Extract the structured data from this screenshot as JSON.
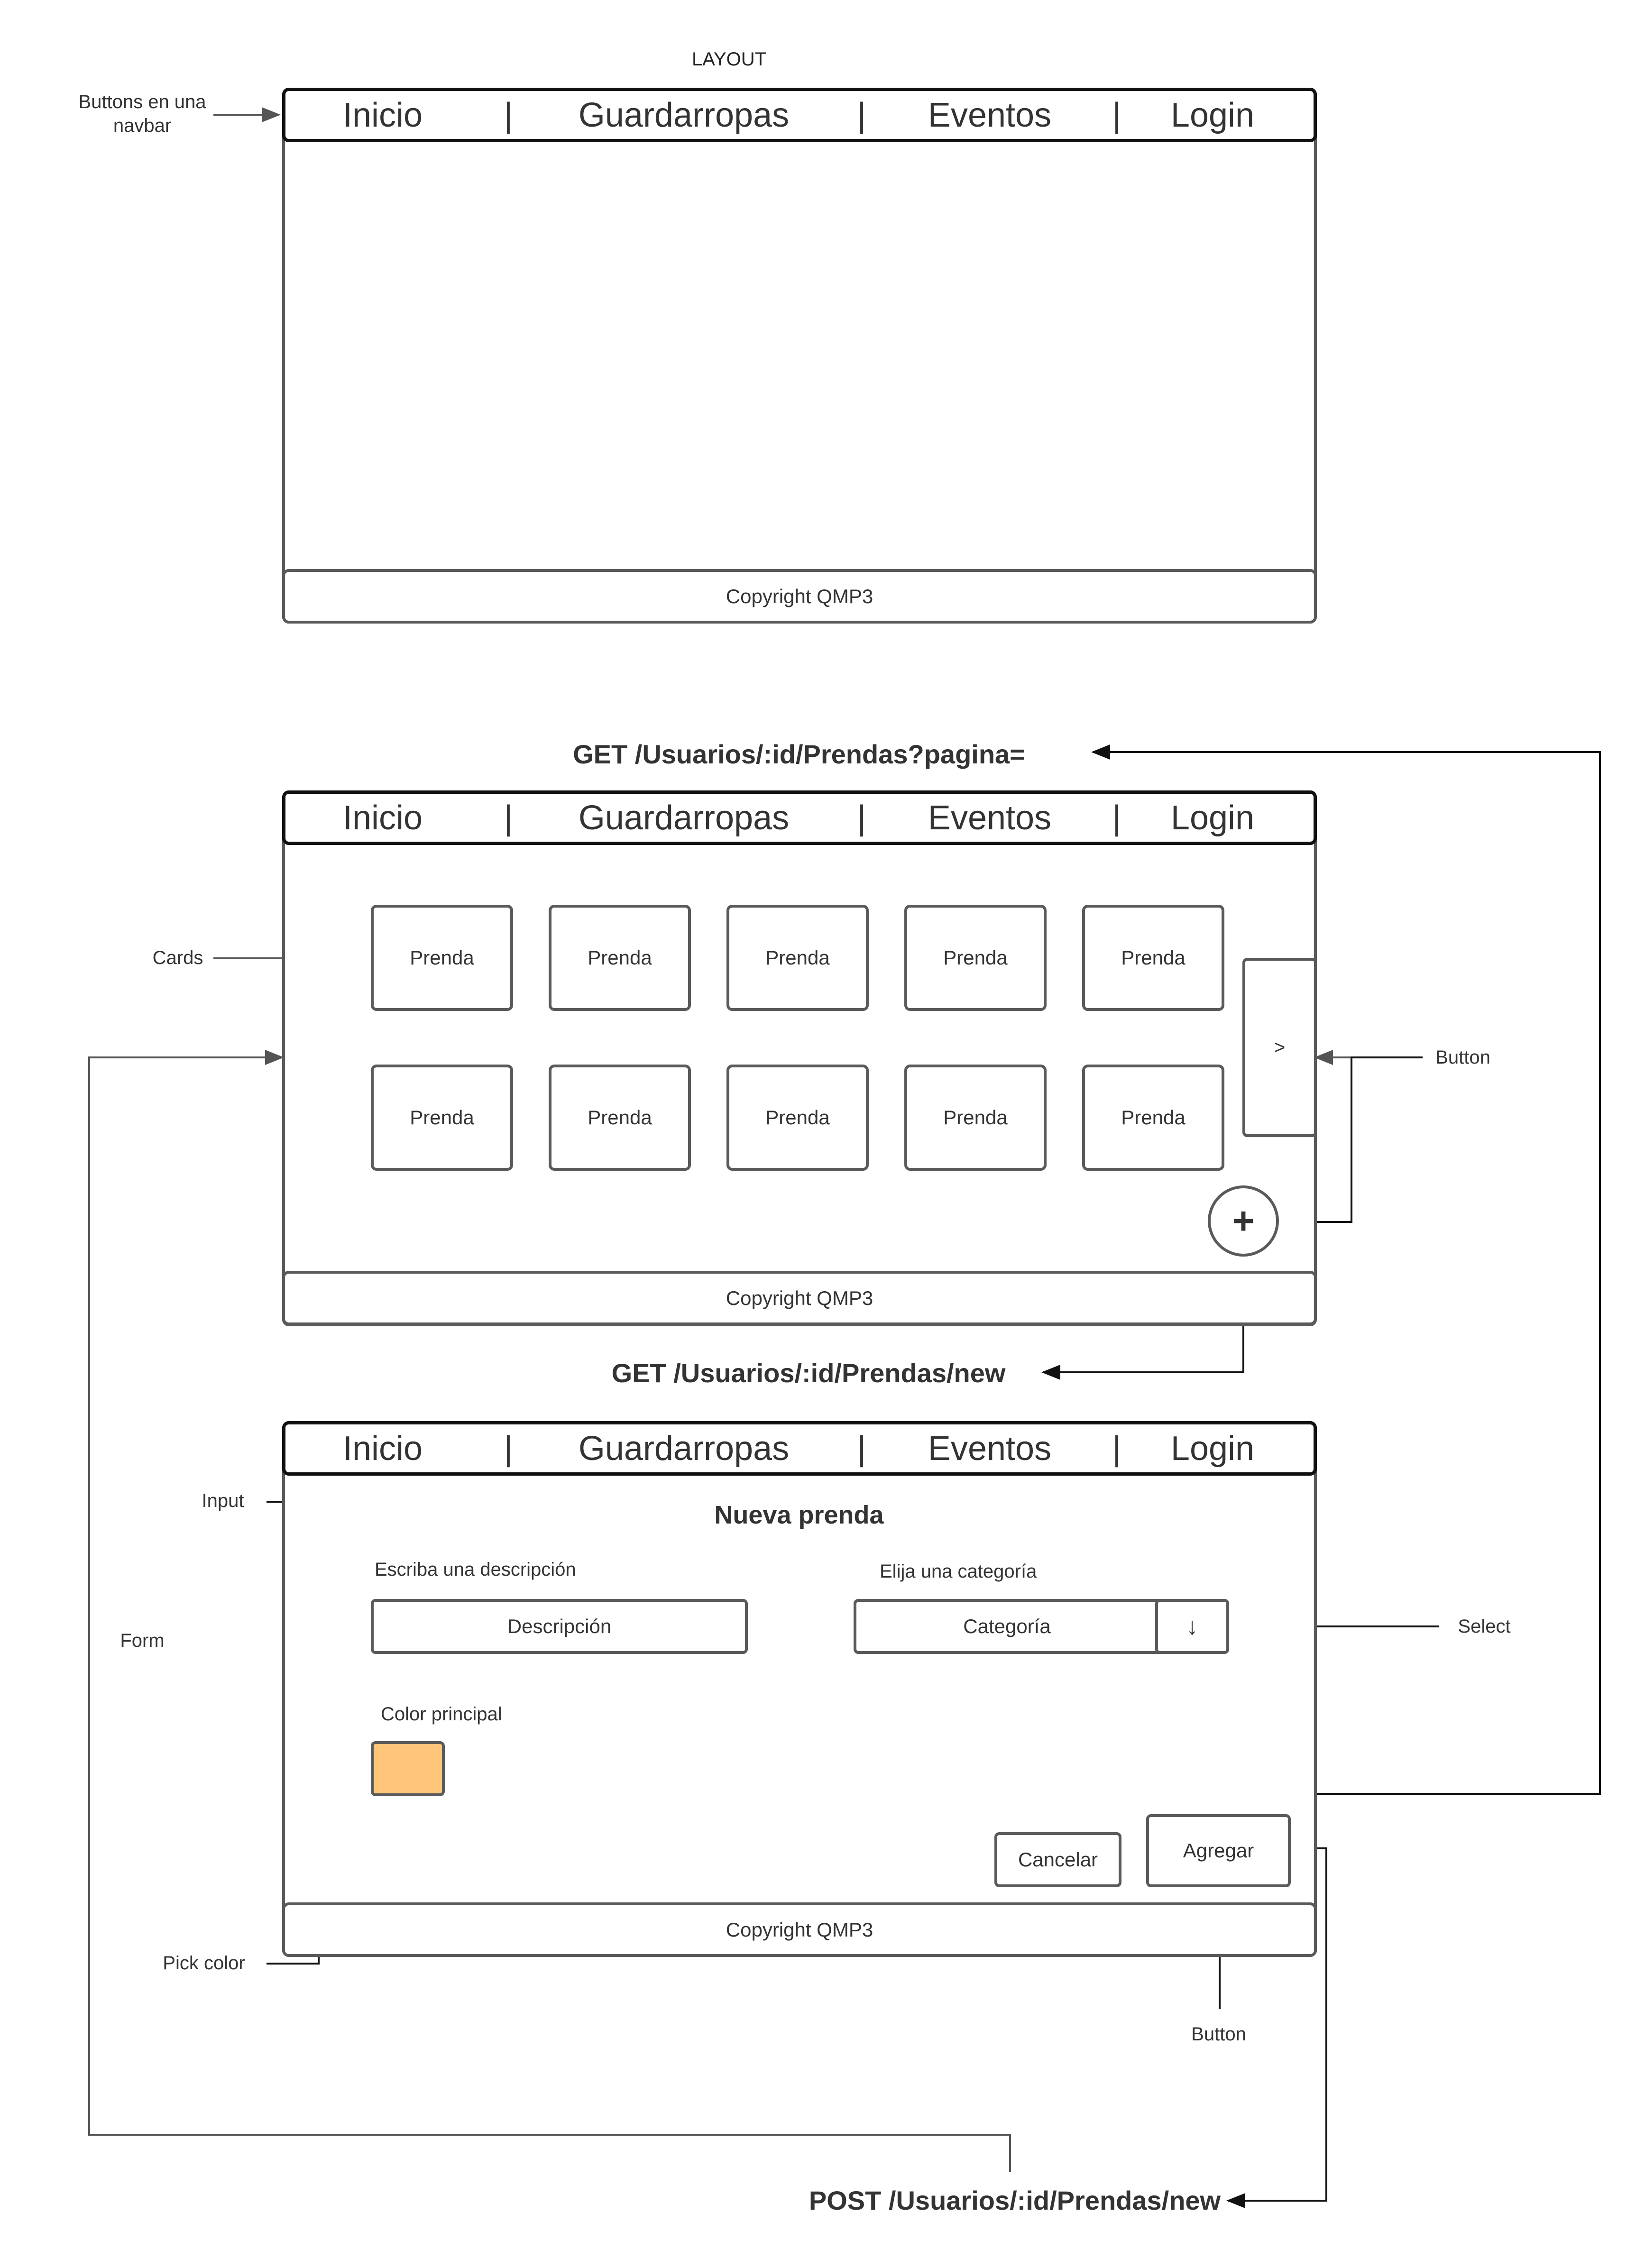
{
  "layout_title": "LAYOUT",
  "nav": {
    "items": [
      "Inicio",
      "Guardarropas",
      "Eventos",
      "Login"
    ],
    "separator": "|"
  },
  "footer_text": "Copyright QMP3",
  "annotations": {
    "navbar_buttons": "Buttons en una navbar",
    "cards": "Cards",
    "button": "Button",
    "input": "Input",
    "form": "Form",
    "select": "Select",
    "pick_color": "Pick color",
    "button_bottom": "Button"
  },
  "routes": {
    "list": "GET /Usuarios/:id/Prendas?pagina=",
    "new": "GET /Usuarios/:id/Prendas/new",
    "post": "POST /Usuarios/:id/Prendas/new"
  },
  "cards": [
    "Prenda",
    "Prenda",
    "Prenda",
    "Prenda",
    "Prenda",
    "Prenda",
    "Prenda",
    "Prenda",
    "Prenda",
    "Prenda"
  ],
  "next_button": ">",
  "add_button": "+",
  "form": {
    "title": "Nueva prenda",
    "description_label": "Escriba una descripción",
    "description_placeholder": "Descripción",
    "category_label": "Elija una categoría",
    "category_value": "Categoría",
    "category_arrow": "↓",
    "color_label": "Color principal",
    "color_value": "#ffc57a",
    "cancel_label": "Cancelar",
    "add_label": "Agregar"
  }
}
